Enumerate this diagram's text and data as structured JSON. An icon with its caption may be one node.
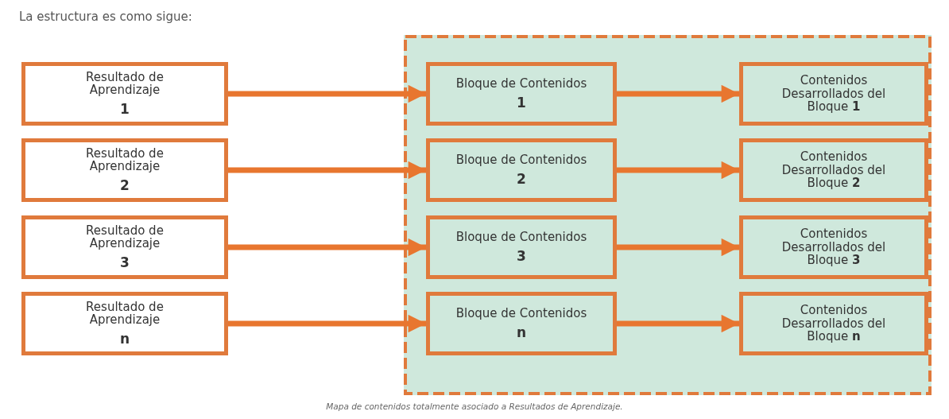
{
  "diagram": {
    "title": "La estructura es como sigue:",
    "caption": "Mapa de contenidos totalmente asociado a Resultados de Aprendizaje.",
    "nodes": [
      {
        "text": [],
        "shape": "box"
      },
      {
        "text": [
          "Resultado de Aprendizaje",
          "1"
        ]
      },
      {
        "text": [
          "Resultado de Aprendizaje",
          "2"
        ]
      },
      {
        "text": [
          "Resultado de Aprendizaje",
          "3"
        ]
      },
      {
        "text": [
          "Resultado de Aprendizaje",
          "n"
        ]
      },
      {
        "text": [
          "Bloque de Contenidos",
          "1"
        ],
        "in": 0
      },
      {
        "text": [
          "Bloque de Contenidos",
          "2"
        ],
        "in": 0
      },
      {
        "text": [
          "Bloque de Contenidos",
          "3"
        ],
        "in": 0
      },
      {
        "text": [
          "Bloque de Contenidos",
          "n"
        ],
        "in": 0
      },
      {
        "text": [
          "Contenidos Desarrollados del Bloque **1**"
        ],
        "in": 0
      },
      {
        "text": [
          "Contenidos Desarrollados del Bloque **2**"
        ],
        "in": 0
      },
      {
        "text": [
          "Contenidos Desarrollados del Bloque **3**"
        ],
        "in": 0
      },
      {
        "text": [
          "Contenidos Desarrollados del Bloque **n**"
        ],
        "in": 0
      }
    ],
    "edges": [
      {
        "from": 1,
        "to": 5,
        "arrow": "to"
      },
      {
        "from": 5,
        "to": 9,
        "arrow": "to"
      },
      {
        "from": 2,
        "to": 6,
        "arrow": "to"
      },
      {
        "from": 6,
        "to": 10,
        "arrow": "to"
      },
      {
        "from": 3,
        "to": 7,
        "arrow": "to"
      },
      {
        "from": 7,
        "to": 11,
        "arrow": "to"
      },
      {
        "from": 4,
        "to": 8,
        "arrow": "to"
      },
      {
        "from": 8,
        "to": 12,
        "arrow": "to"
      }
    ]
  }
}
